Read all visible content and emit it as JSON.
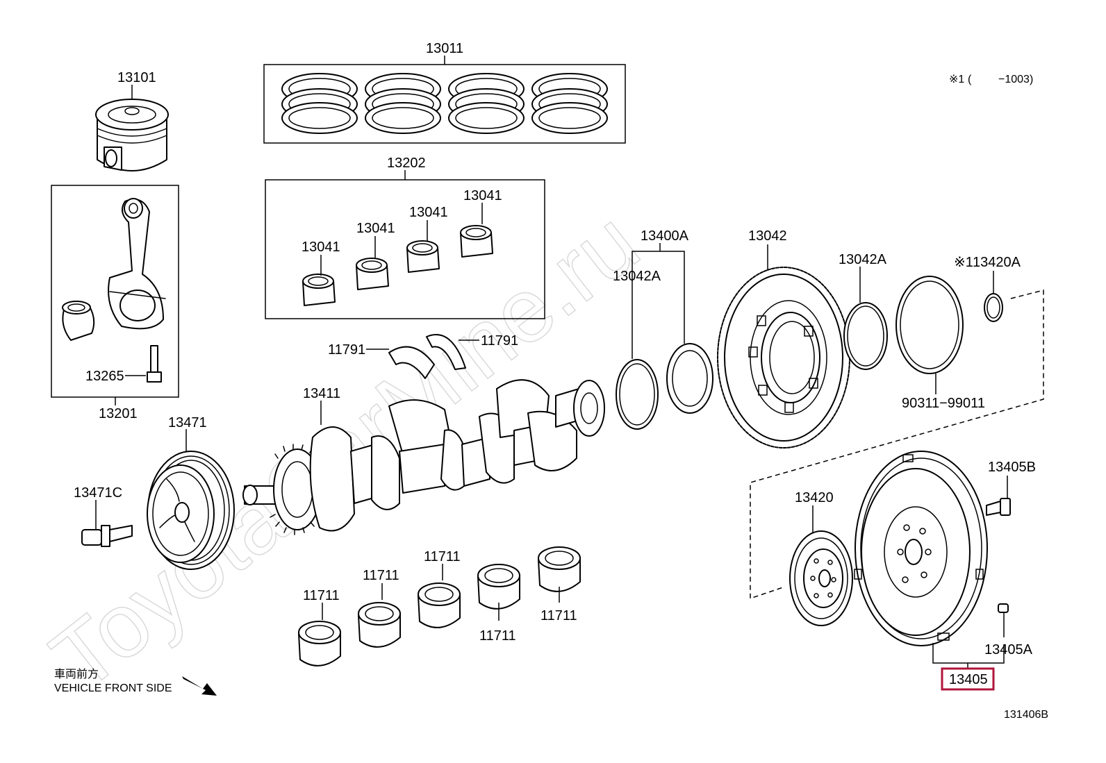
{
  "watermark": "ToyotaCarMine.ru",
  "note": {
    "mark": "※1",
    "paren_open": "(",
    "range": "−1003)"
  },
  "direction": {
    "japanese": "車両前方",
    "english": "VEHICLE FRONT SIDE"
  },
  "figure_code": "131406B",
  "labels": {
    "l13011": "13011",
    "l13101": "13101",
    "l13202": "13202",
    "l13041a": "13041",
    "l13041b": "13041",
    "l13041c": "13041",
    "l13041d": "13041",
    "l13265": "13265",
    "l13201": "13201",
    "l11791a": "11791",
    "l11791b": "11791",
    "l13411": "13411",
    "l13471": "13471",
    "l13471c": "13471C",
    "l13400a": "13400A",
    "l13042a_left": "13042A",
    "l13042": "13042",
    "l13042a_right": "13042A",
    "l13420a_mark": "※1",
    "l13420a": "13420A",
    "l90311": "90311−99011",
    "l13405b": "13405B",
    "l13420": "13420",
    "l13405a": "13405A",
    "l13405": "13405",
    "l11711a": "11711",
    "l11711b": "11711",
    "l11711c": "11711",
    "l11711d": "11711",
    "l11711e": "11711"
  },
  "highlight_color": "#b0153a"
}
